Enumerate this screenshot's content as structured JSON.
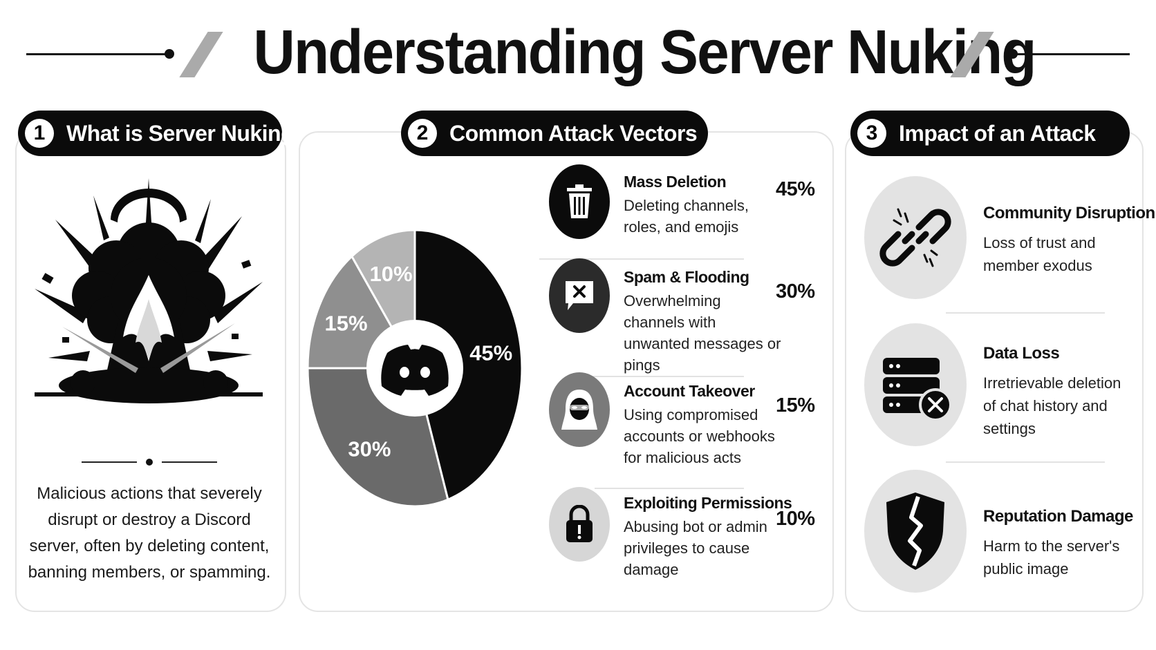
{
  "header": {
    "title": "Understanding Server Nuking"
  },
  "section1": {
    "number": "1",
    "title": "What is Server Nuking?",
    "description": "Malicious actions that severely disrupt or destroy a Discord server, often by deleting content, banning members, or spamming."
  },
  "section2": {
    "number": "2",
    "title": "Common Attack Vectors",
    "vectors": [
      {
        "title": "Mass Deletion",
        "description": "Deleting channels, roles, and emojis",
        "percent": "45%",
        "icon": "trash-icon"
      },
      {
        "title": "Spam & Flooding",
        "description": "Overwhelming channels with unwanted messages or pings",
        "percent": "30%",
        "icon": "message-x-icon"
      },
      {
        "title": "Account Takeover",
        "description": "Using compromised accounts or webhooks for malicious acts",
        "percent": "15%",
        "icon": "hooded-hacker-icon"
      },
      {
        "title": "Exploiting Permissions",
        "description": "Abusing bot or admin privileges to cause damage",
        "percent": "10%",
        "icon": "padlock-warning-icon"
      }
    ]
  },
  "chart_data": {
    "type": "pie",
    "variant": "donut",
    "center_icon": "discord-logo-icon",
    "categories": [
      "Mass Deletion",
      "Spam & Flooding",
      "Account Takeover",
      "Exploiting Permissions"
    ],
    "values": [
      45,
      30,
      15,
      10
    ],
    "labels": [
      "45%",
      "30%",
      "15%",
      "10%"
    ],
    "colors": [
      "#0b0b0b",
      "#6a6a6a",
      "#8f8f8f",
      "#b4b4b4"
    ]
  },
  "section3": {
    "number": "3",
    "title": "Impact of an Attack",
    "impacts": [
      {
        "title": "Community Disruption",
        "description": "Loss of trust and member exodus",
        "icon": "broken-chain-icon"
      },
      {
        "title": "Data Loss",
        "description": "Irretrievable deletion of chat history and settings",
        "icon": "server-delete-icon"
      },
      {
        "title": "Reputation Damage",
        "description": "Harm to the server's public image",
        "icon": "cracked-shield-icon"
      }
    ]
  }
}
